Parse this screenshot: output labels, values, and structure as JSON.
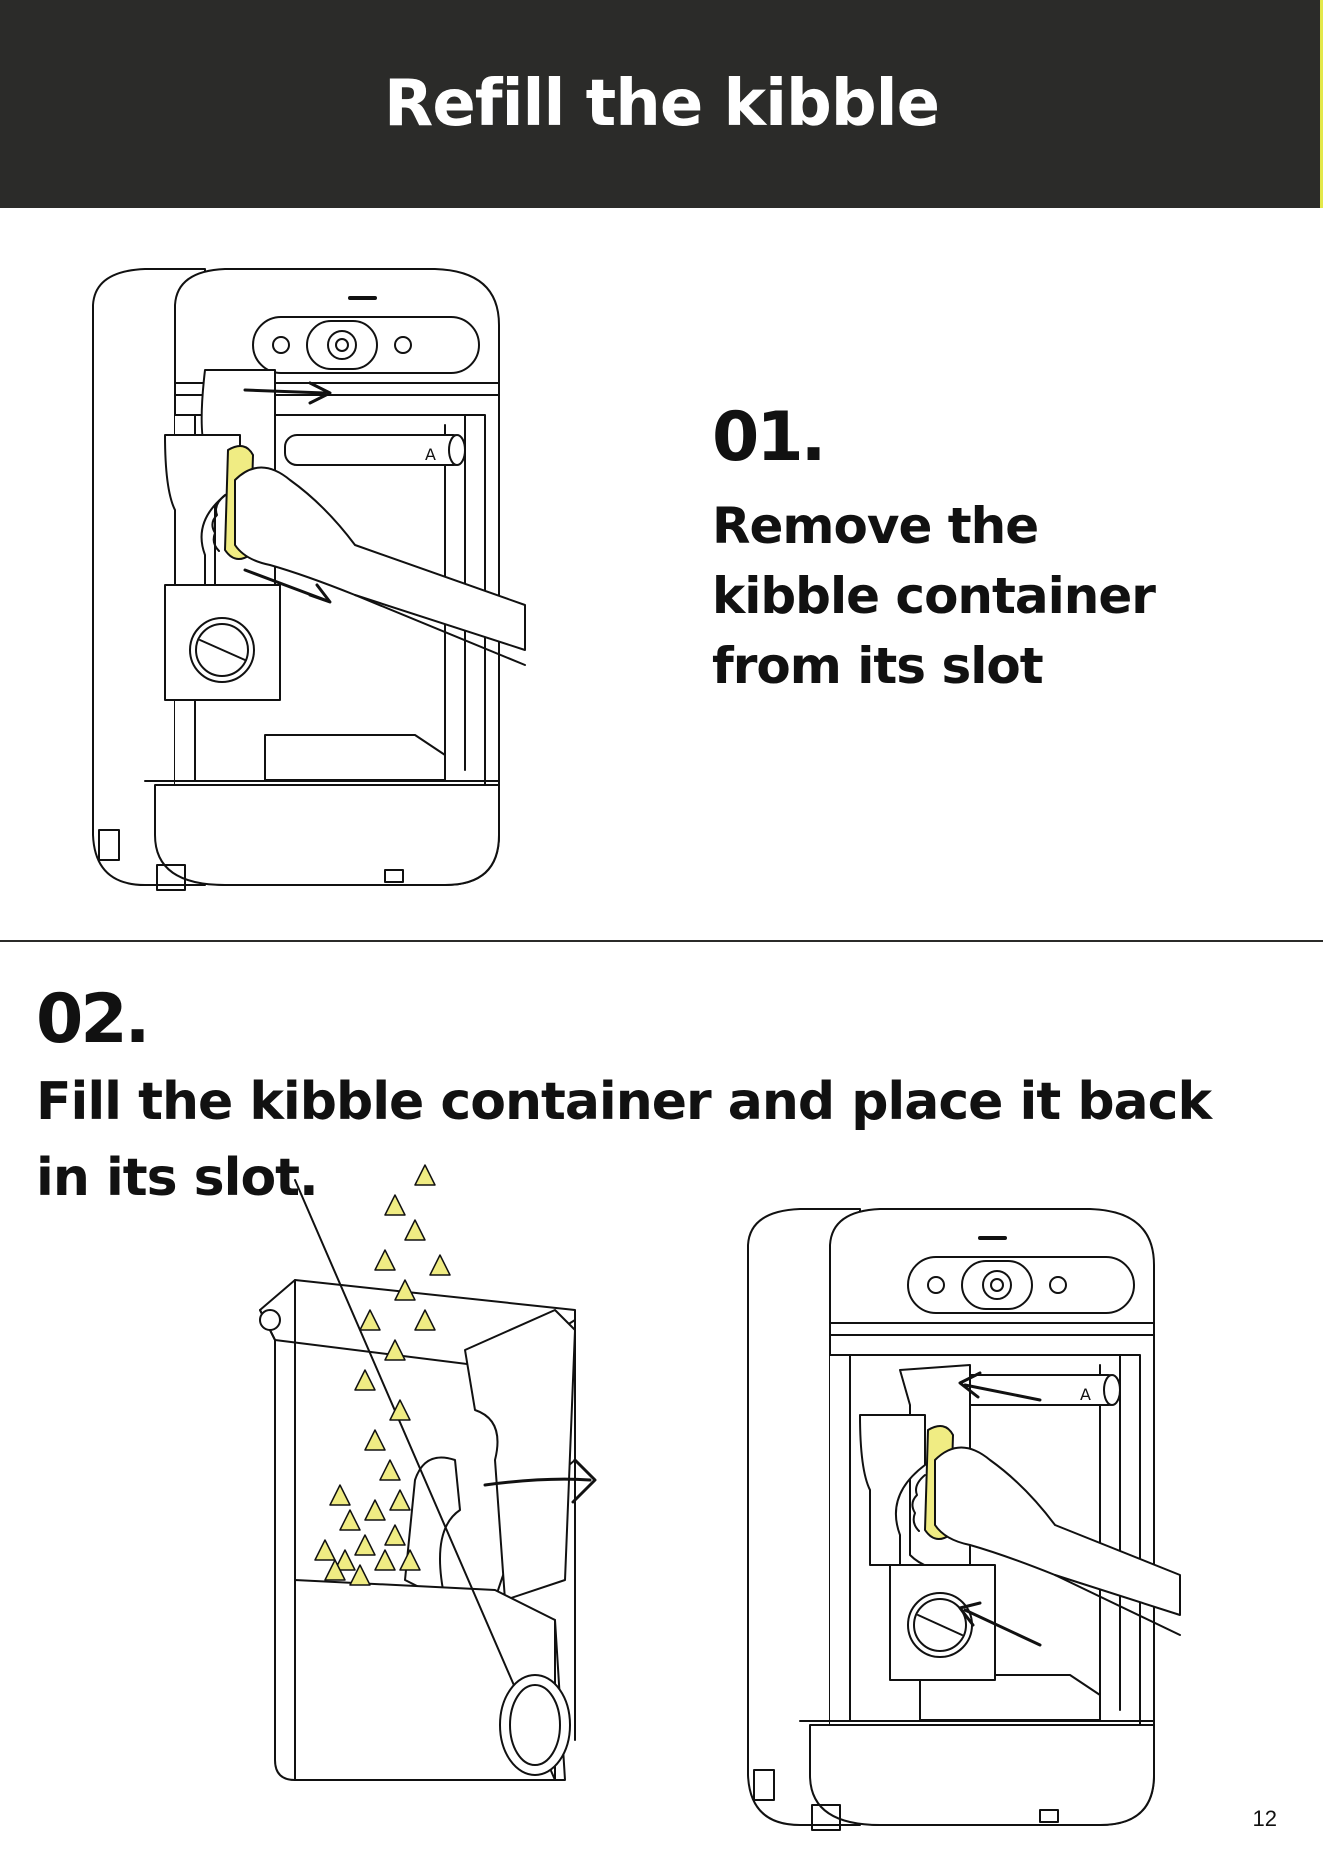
{
  "header": {
    "title": "Refill the kibble"
  },
  "steps": [
    {
      "number": "01.",
      "text_lines": [
        "Remove the",
        "kibble container",
        "from its slot"
      ]
    },
    {
      "number": "02.",
      "text_lines": [
        "Fill the kibble container and place it back",
        "in its slot."
      ]
    }
  ],
  "page_number": "12",
  "colors": {
    "header_bg": "#2b2b29",
    "accent_yellow": "#f0ec83",
    "ink": "#111111"
  }
}
